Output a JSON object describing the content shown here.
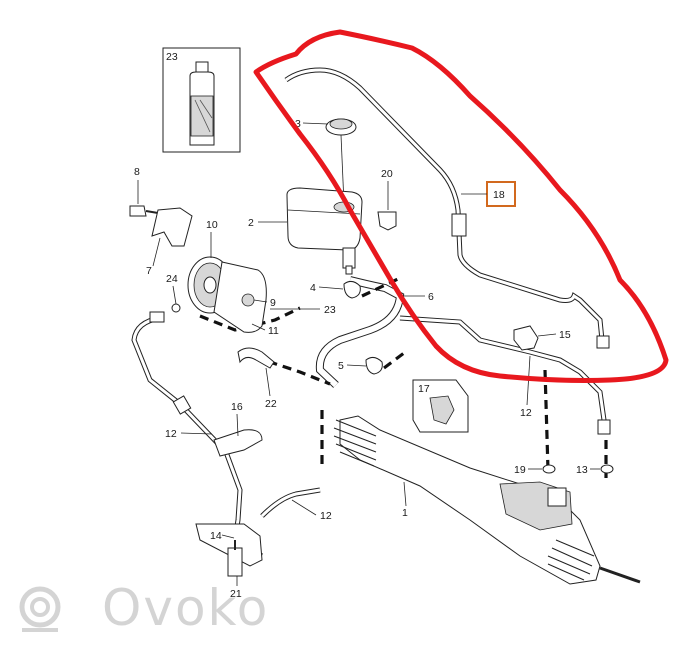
{
  "diagram": {
    "callouts": {
      "c1": "1",
      "c2": "2",
      "c3": "3",
      "c4": "4",
      "c5": "5",
      "c6": "6",
      "c7": "7",
      "c8": "8",
      "c9": "9",
      "c10": "10",
      "c11": "11",
      "c12a": "12",
      "c12b": "12",
      "c12c": "12",
      "c13": "13",
      "c14": "14",
      "c15": "15",
      "c16": "16",
      "c17": "17",
      "c18": "18",
      "c19": "19",
      "c20": "20",
      "c21": "21",
      "c22": "22",
      "c23a": "23",
      "c23b": "23",
      "c24": "24"
    },
    "highlight": {
      "part": "18",
      "box_color": "#d2691e",
      "outline_color": "#e8181e"
    },
    "watermark": "Ovoko"
  }
}
